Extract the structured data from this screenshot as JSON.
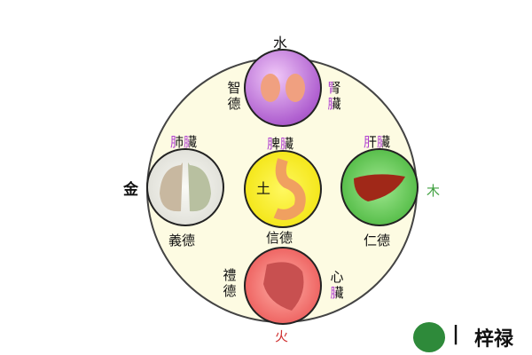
{
  "elements": {
    "water": "水",
    "metal": "金",
    "wood": "木",
    "fire": "火",
    "earth": "土"
  },
  "virtues": {
    "wisdom": "智德",
    "righteousness": "義德",
    "trust": "信德",
    "benevolence": "仁德",
    "propriety": "禮德"
  },
  "organs": {
    "kidney": [
      "腎",
      "臟"
    ],
    "lung": [
      "肺",
      "臟"
    ],
    "spleen": [
      "脾",
      "臟"
    ],
    "liver": [
      "肝",
      "臟"
    ],
    "heart": [
      "心",
      "臟"
    ]
  },
  "logo": {
    "text": "梓禄",
    "separator": "|"
  },
  "colors": {
    "kidney": "#c070d8",
    "lung": "#e8e8e0",
    "spleen": "#f5ee20",
    "liver": "#4cbc3c",
    "heart": "#f06060",
    "wood": "#40a040",
    "fire": "#d03030",
    "radical": "#b040d0"
  }
}
